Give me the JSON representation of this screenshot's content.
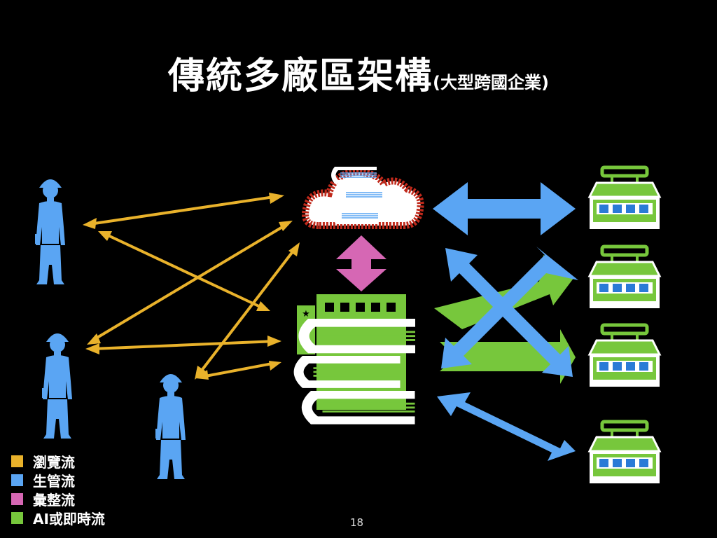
{
  "slide": {
    "title_main": "傳統多廠區架構",
    "title_sub": "(大型跨國企業)",
    "page_number": "18"
  },
  "legend": [
    {
      "label": "瀏覽流",
      "color": "#e9b22b"
    },
    {
      "label": "生管流",
      "color": "#5aa5f3"
    },
    {
      "label": "彙整流",
      "color": "#d667b4"
    },
    {
      "label": "AI或即時流",
      "color": "#77c73c"
    }
  ],
  "diagram": {
    "nodes": {
      "users": [
        "worker-icon",
        "worker-icon",
        "worker-icon"
      ],
      "cloud": "cloud-database-icon",
      "hq": "headquarters-database-icon",
      "factories": [
        "factory-icon",
        "factory-icon",
        "factory-icon",
        "factory-icon"
      ]
    },
    "colors": {
      "browse": "#e9b22b",
      "production": "#5aa5f3",
      "aggregate": "#d667b4",
      "ai": "#77c73c",
      "cloud_glow": "#c0291b"
    }
  }
}
